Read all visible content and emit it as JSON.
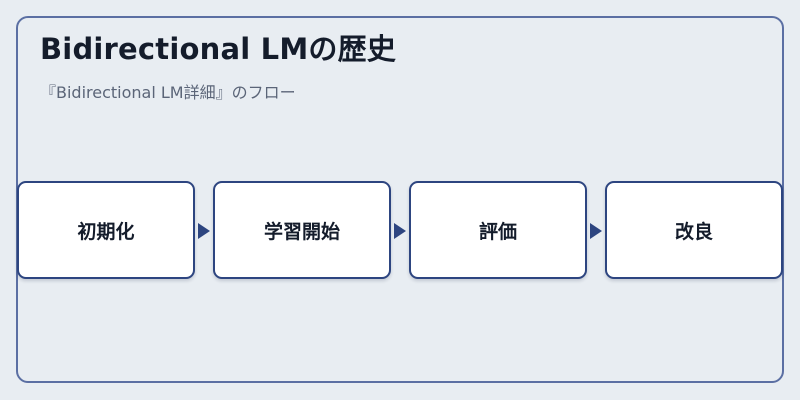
{
  "diagram": {
    "title": "Bidirectional LMの歴史",
    "subtitle": "『Bidirectional LM詳細』のフロー",
    "steps": [
      {
        "label": "初期化"
      },
      {
        "label": "学習開始"
      },
      {
        "label": "評価"
      },
      {
        "label": "改良"
      }
    ]
  },
  "colors": {
    "background": "#e8edf2",
    "frame_border": "#5b6fa3",
    "box_border": "#2d4580",
    "arrow": "#2d4580",
    "title_text": "#141c2b"
  }
}
